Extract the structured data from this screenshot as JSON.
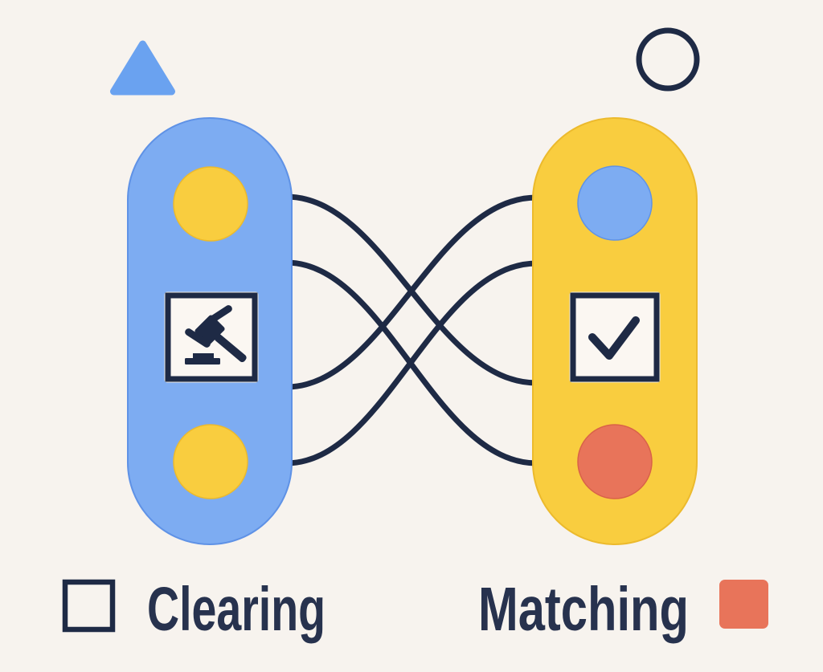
{
  "illustration": {
    "type": "concept-diagram",
    "legend": {
      "clearing": {
        "label": "Clearing",
        "marker": "square-outline"
      },
      "matching": {
        "label": "Matching",
        "marker": "square-filled-orange"
      }
    },
    "decorations": {
      "top_left": "triangle",
      "top_right": "circle-outline"
    },
    "columns": {
      "left": {
        "shape": "pill",
        "color_key": "blue",
        "icon": "gavel",
        "dots": [
          "yellow",
          "yellow"
        ]
      },
      "right": {
        "shape": "pill",
        "color_key": "yellow",
        "icon": "checkmark",
        "dots": [
          "blue",
          "orange"
        ]
      }
    },
    "connections": [
      {
        "from": "left-port-1",
        "to": "right-port-3"
      },
      {
        "from": "left-port-2",
        "to": "right-port-4"
      },
      {
        "from": "left-port-3",
        "to": "right-port-1"
      },
      {
        "from": "left-port-4",
        "to": "right-port-2"
      }
    ]
  },
  "colors": {
    "background": "#F7F3EE",
    "navy": "#1E2A45",
    "blue": "#7DACF2",
    "blue_dark": "#5F92E6",
    "triangle_blue": "#6AA2F0",
    "yellow": "#F9CD3F",
    "yellow_dark": "#ECBA2D",
    "orange": "#E8745A",
    "orange_dark": "#D96248",
    "box_fill": "#FBF7F2",
    "halo": "#EFE9DD",
    "text": "#27324E"
  }
}
